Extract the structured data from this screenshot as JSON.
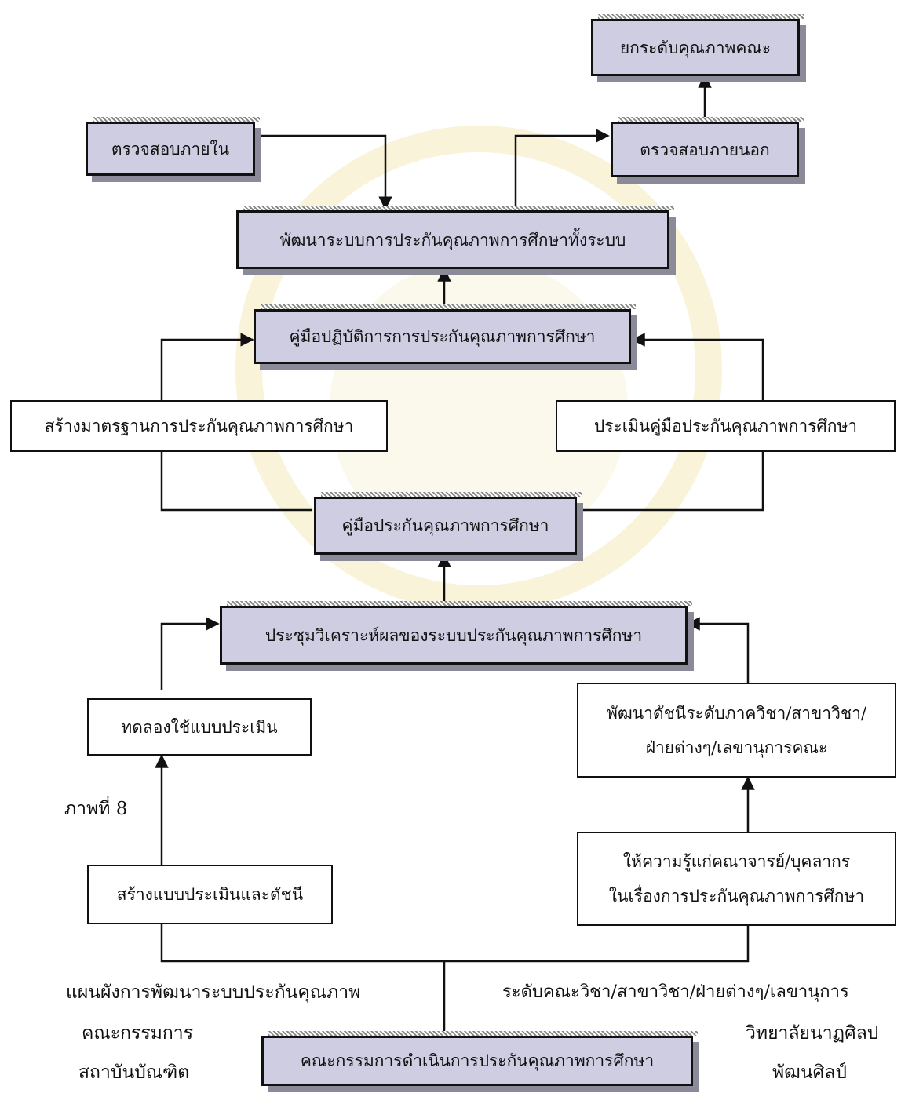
{
  "diagram": {
    "top_right": "ยกระดับคุณภาพคณะ",
    "internal_audit": "ตรวจสอบภายใน",
    "external_audit": "ตรวจสอบภายนอก",
    "develop_system": "พัฒนาระบบการประกันคุณภาพการศึกษาทั้งระบบ",
    "practice_manual": "คู่มือปฏิบัติการการประกันคุณภาพการศึกษา",
    "create_standard": "สร้างมาตรฐานการประกันคุณภาพการศึกษา",
    "evaluate_manual": "ประเมินคู่มือประกันคุณภาพการศึกษา",
    "qa_manual": "คู่มือประกันคุณภาพการศึกษา",
    "analysis_meeting": "ประชุมวิเคราะห์ผลของระบบประกันคุณภาพการศึกษา",
    "trial_eval": "ทดลองใช้แบบประเมิน",
    "develop_index_line1": "พัฒนาดัชนีระดับภาควิชา/สาขาวิชา/",
    "develop_index_line2": "ฝ่ายต่างๆ/เลขานุการคณะ",
    "figure_label": "ภาพที่ 8",
    "create_eval": "สร้างแบบประเมินและดัชนี",
    "knowledge_line1": "ให้ความรู้แก่คณาจารย์/บุคลากร",
    "knowledge_line2": "ในเรื่องการประกันคุณภาพการศึกษา",
    "bottom_left_1": "แผนผังการพัฒนาระบบประกันคุณภาพ",
    "bottom_left_2": "คณะกรรมการ",
    "bottom_left_3": "สถาบันบัณฑิต",
    "bottom_right_1": "ระดับคณะวิชา/สาขาวิชา/ฝ่ายต่างๆ/เลขานุการ",
    "bottom_right_2": "วิทยาลัยนาฏศิลป",
    "bottom_right_3": "พัฒนศิลป์",
    "committee": "คณะกรรมการดำเนินการประกันคุณภาพการศึกษา"
  }
}
